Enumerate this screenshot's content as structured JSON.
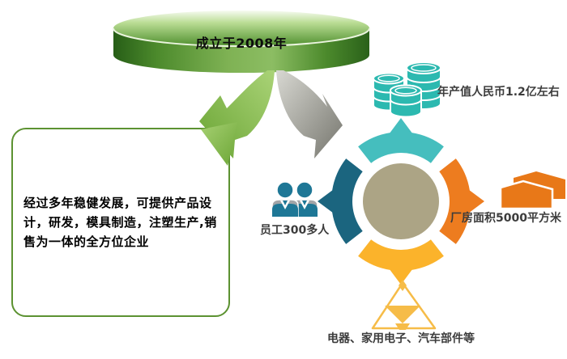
{
  "diagram": {
    "cylinder": {
      "label": "成立于2008年"
    },
    "left_box": {
      "text": "经过多年稳健发展，可提供产品设计，研发，模具制造，注塑生产,销售为一体的全方位企业"
    },
    "stats": [
      {
        "id": "annual-output",
        "label": "年产值人民币1.2亿左右",
        "icon": "coins-icon",
        "color": "#2cb9b0",
        "position": "top-right"
      },
      {
        "id": "employees",
        "label": "员工300多人",
        "icon": "people-icon",
        "color": "#1e7796",
        "position": "left"
      },
      {
        "id": "factory-area",
        "label": "厂房面积5000平方米",
        "icon": "factory-icon",
        "color": "#e87818",
        "position": "right"
      },
      {
        "id": "products",
        "label": "电器、家用电子、汽车部件等",
        "icon": "pyramid-icon",
        "color": "#f6bc48",
        "position": "bottom"
      }
    ],
    "wheel": {
      "segment_colors": {
        "top": "#45bebe",
        "right": "#ed7c1f",
        "bottom": "#fbb32b",
        "left": "#1b657f"
      },
      "center_color": "#aca485"
    },
    "colors": {
      "cylinder_dark_green": "#2a611a",
      "cylinder_light_green": "#8cbd63",
      "arrow_green": "#76b043",
      "arrow_gray": "#8a8a82",
      "box_border_green": "#5c9231"
    }
  }
}
